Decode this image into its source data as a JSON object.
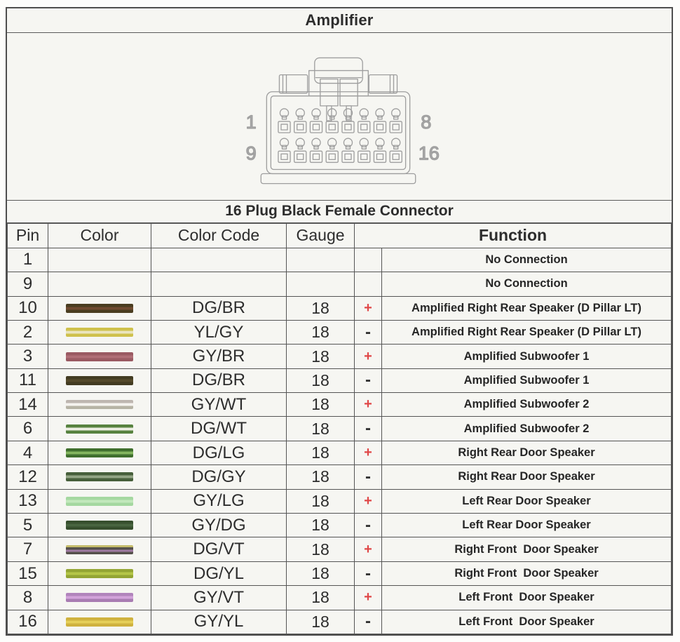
{
  "title": "Amplifier",
  "subtitle": "16 Plug Black Female Connector",
  "connector": {
    "top_left_pin": "1",
    "top_right_pin": "8",
    "bottom_left_pin": "9",
    "bottom_right_pin": "16"
  },
  "table": {
    "headers": {
      "pin": "Pin",
      "color": "Color",
      "color_code": "Color Code",
      "gauge": "Gauge",
      "function": "Function"
    },
    "rows": [
      {
        "pin": "1",
        "color_stripes": [],
        "color_code": "",
        "gauge": "",
        "polarity": "",
        "function": "No Connection"
      },
      {
        "pin": "9",
        "color_stripes": [],
        "color_code": "",
        "gauge": "",
        "polarity": "",
        "function": "No Connection"
      },
      {
        "pin": "10",
        "color_stripes": [
          "#4a3d20",
          "#6f4a30",
          "#4a3d20"
        ],
        "color_code": "DG/BR",
        "gauge": "18",
        "polarity": "+",
        "function": "Amplified Right Rear Speaker (D Pillar LT)"
      },
      {
        "pin": "2",
        "color_stripes": [
          "#cfc14c",
          "#eae5bf",
          "#cfc14c"
        ],
        "color_code": "YL/GY",
        "gauge": "18",
        "polarity": "-",
        "function": "Amplified Right Rear Speaker (D Pillar LT)"
      },
      {
        "pin": "3",
        "color_stripes": [
          "#9a5a62",
          "#b06e76",
          "#9a5a62"
        ],
        "color_code": "GY/BR",
        "gauge": "18",
        "polarity": "+",
        "function": "Amplified Subwoofer 1"
      },
      {
        "pin": "11",
        "color_stripes": [
          "#433c22",
          "#554a2b",
          "#433c22"
        ],
        "color_code": "DG/BR",
        "gauge": "18",
        "polarity": "-",
        "function": "Amplified Subwoofer 1"
      },
      {
        "pin": "14",
        "color_stripes": [
          "#beb6b0",
          "#f5f3ef",
          "#b6b3a5"
        ],
        "color_code": "GY/WT",
        "gauge": "18",
        "polarity": "+",
        "function": "Amplified Subwoofer 2"
      },
      {
        "pin": "6",
        "color_stripes": [
          "#57823f",
          "#eceee2",
          "#57823f"
        ],
        "color_code": "DG/WT",
        "gauge": "18",
        "polarity": "-",
        "function": "Amplified Subwoofer 2"
      },
      {
        "pin": "4",
        "color_stripes": [
          "#3f6f2d",
          "#83b55e",
          "#3f6f2d"
        ],
        "color_code": "DG/LG",
        "gauge": "18",
        "polarity": "+",
        "function": "Right Rear Door Speaker"
      },
      {
        "pin": "12",
        "color_stripes": [
          "#475f3b",
          "#93a585",
          "#475f3b"
        ],
        "color_code": "DG/GY",
        "gauge": "18",
        "polarity": "-",
        "function": "Right Rear Door Speaker"
      },
      {
        "pin": "13",
        "color_stripes": [
          "#a5d8a0",
          "#c2e8bc",
          "#a5d8a0"
        ],
        "color_code": "GY/LG",
        "gauge": "18",
        "polarity": "+",
        "function": "Left Rear Door Speaker"
      },
      {
        "pin": "5",
        "color_stripes": [
          "#374f2e",
          "#486540",
          "#374f2e"
        ],
        "color_code": "GY/DG",
        "gauge": "18",
        "polarity": "-",
        "function": "Left Rear Door Speaker"
      },
      {
        "pin": "7",
        "color_stripes": [
          "#c5bc6a",
          "#55514a",
          "#a07ba2",
          "#55514a"
        ],
        "color_code": "DG/VT",
        "gauge": "18",
        "polarity": "+",
        "function": "Right Front  Door Speaker"
      },
      {
        "pin": "15",
        "color_stripes": [
          "#93a534",
          "#b5c648",
          "#93a534"
        ],
        "color_code": "DG/YL",
        "gauge": "18",
        "polarity": "-",
        "function": "Right Front  Door Speaker"
      },
      {
        "pin": "8",
        "color_stripes": [
          "#b184bc",
          "#d2a3da",
          "#a87cb2"
        ],
        "color_code": "GY/VT",
        "gauge": "18",
        "polarity": "+",
        "function": "Left Front  Door Speaker"
      },
      {
        "pin": "16",
        "color_stripes": [
          "#cfb23e",
          "#e6cf58",
          "#cfb23e"
        ],
        "color_code": "GY/YL",
        "gauge": "18",
        "polarity": "-",
        "function": "Left Front  Door Speaker"
      }
    ]
  },
  "colors": {
    "plus": "#e04848",
    "minus": "#333333",
    "border": "#4f4f4f",
    "line_art": "#9e9e9e",
    "background": "#f6f6f2"
  }
}
